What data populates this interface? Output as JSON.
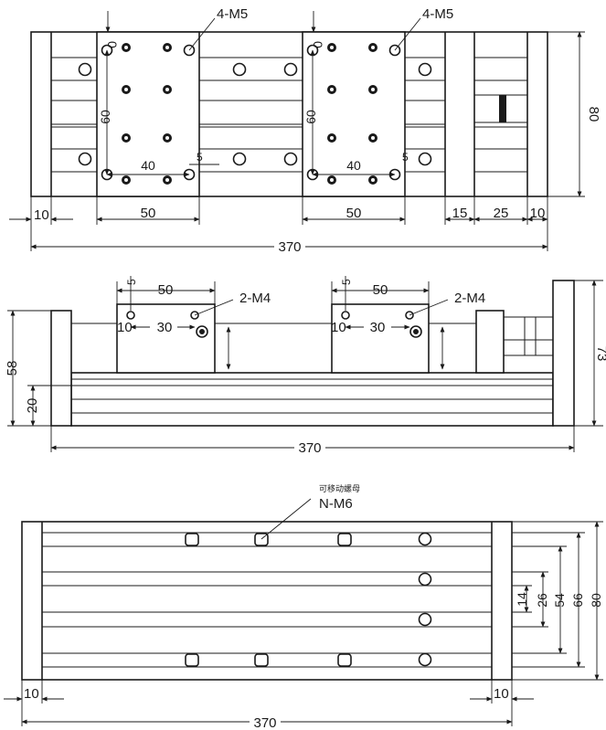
{
  "top_view": {
    "hole_callout_left": "4-M5",
    "hole_callout_right": "4-M5",
    "dim_0_left": "0",
    "dim_0_right": "0",
    "dim_60_left": "60",
    "dim_60_right": "60",
    "dim_40_left": "40",
    "dim_40_right": "40",
    "dim_5_left": "5",
    "dim_5_right": "5",
    "dim_10_left": "10",
    "dim_50_left": "50",
    "dim_50_right": "50",
    "dim_15": "15",
    "dim_25": "25",
    "dim_10_right": "10",
    "dim_80": "80",
    "dim_370": "370"
  },
  "side_view": {
    "dim_5_left": "5",
    "dim_50_left": "50",
    "dim_10_left": "10",
    "dim_30_left": "30",
    "hole_callout_left": "2-M4",
    "dim_5_right": "5",
    "dim_50_right": "50",
    "dim_10_right": "10",
    "dim_30_right": "30",
    "hole_callout_right": "2-M4",
    "dim_58": "58",
    "dim_20": "20",
    "dim_73": "73",
    "dim_370": "370"
  },
  "bottom_view": {
    "nut_note": "可移动螺母",
    "nut_callout": "N-M6",
    "dim_14": "14",
    "dim_26": "26",
    "dim_54": "54",
    "dim_66": "66",
    "dim_80": "80",
    "dim_10_left": "10",
    "dim_10_right": "10",
    "dim_370": "370"
  }
}
